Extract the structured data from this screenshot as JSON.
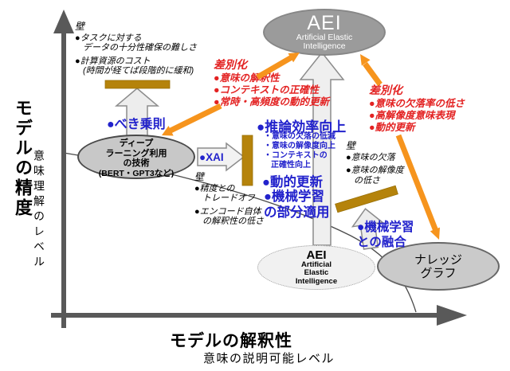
{
  "axes": {
    "y_title": "モデルの精度",
    "y_subtitle": "意味理解のレベル",
    "x_title": "モデルの解釈性",
    "x_subtitle": "意味の説明可能レベル"
  },
  "ellipses": {
    "aei_top": {
      "title": "AEI",
      "sub1": "Artificial Elastic",
      "sub2": "Intelligence"
    },
    "deep_learning": {
      "line1": "ディープ",
      "line2": "ラーニング利用",
      "line3": "の技術",
      "line4": "(BERT・GPT3など)"
    },
    "knowledge_graph": {
      "line1": "ナレッジ",
      "line2": "グラフ"
    },
    "aei_bottom": {
      "title": "AEI",
      "sub1": "Artificial",
      "sub2": "Elastic",
      "sub3": "Intelligence"
    }
  },
  "walls": {
    "top": {
      "label": "壁",
      "b1": "●タスクに対する",
      "b1b": "データの十分性確保の難しさ",
      "b2": "●計算資源のコスト",
      "b2b": "(時間が経てば段階的に緩和)"
    },
    "middle": {
      "label": "壁",
      "b1": "●精度との",
      "b1b": "トレードオフ",
      "b2": "●エンコード自体",
      "b2b": "の解釈性の低さ"
    },
    "right": {
      "label": "壁",
      "b1": "●意味の欠落",
      "b2": "●意味の解像度",
      "b2b": "の低さ"
    }
  },
  "differentiation_left": {
    "title": "差別化",
    "b1": "●意味の解釈性",
    "b2": "●コンテキストの正確性",
    "b3": "●常時・高頻度の動的更新"
  },
  "differentiation_right": {
    "title": "差別化",
    "b1": "●意味の欠落率の低さ",
    "b2": "●高解像度意味表現",
    "b3": "●動的更新"
  },
  "blue_notes": {
    "power_law": "●べき乗則",
    "xai": "●XAI",
    "inference": {
      "title": "●推論効率向上",
      "s1": "・意味の欠落の低減",
      "s2": "・意味の解像度向上",
      "s3": "・コンテキストの",
      "s4": "正確性向上"
    },
    "dynamic_update": "●動的更新",
    "ml_partial": {
      "line1": "●機械学習",
      "line2": "の部分適用"
    },
    "ml_fusion": {
      "line1": "●機械学習",
      "line2": "との融合"
    }
  },
  "colors": {
    "accent_blue": "#2222cc",
    "accent_red": "#e32222",
    "arrow_orange": "#f6941d",
    "bar_gold": "#b5830b",
    "axis_gray": "#595959"
  }
}
